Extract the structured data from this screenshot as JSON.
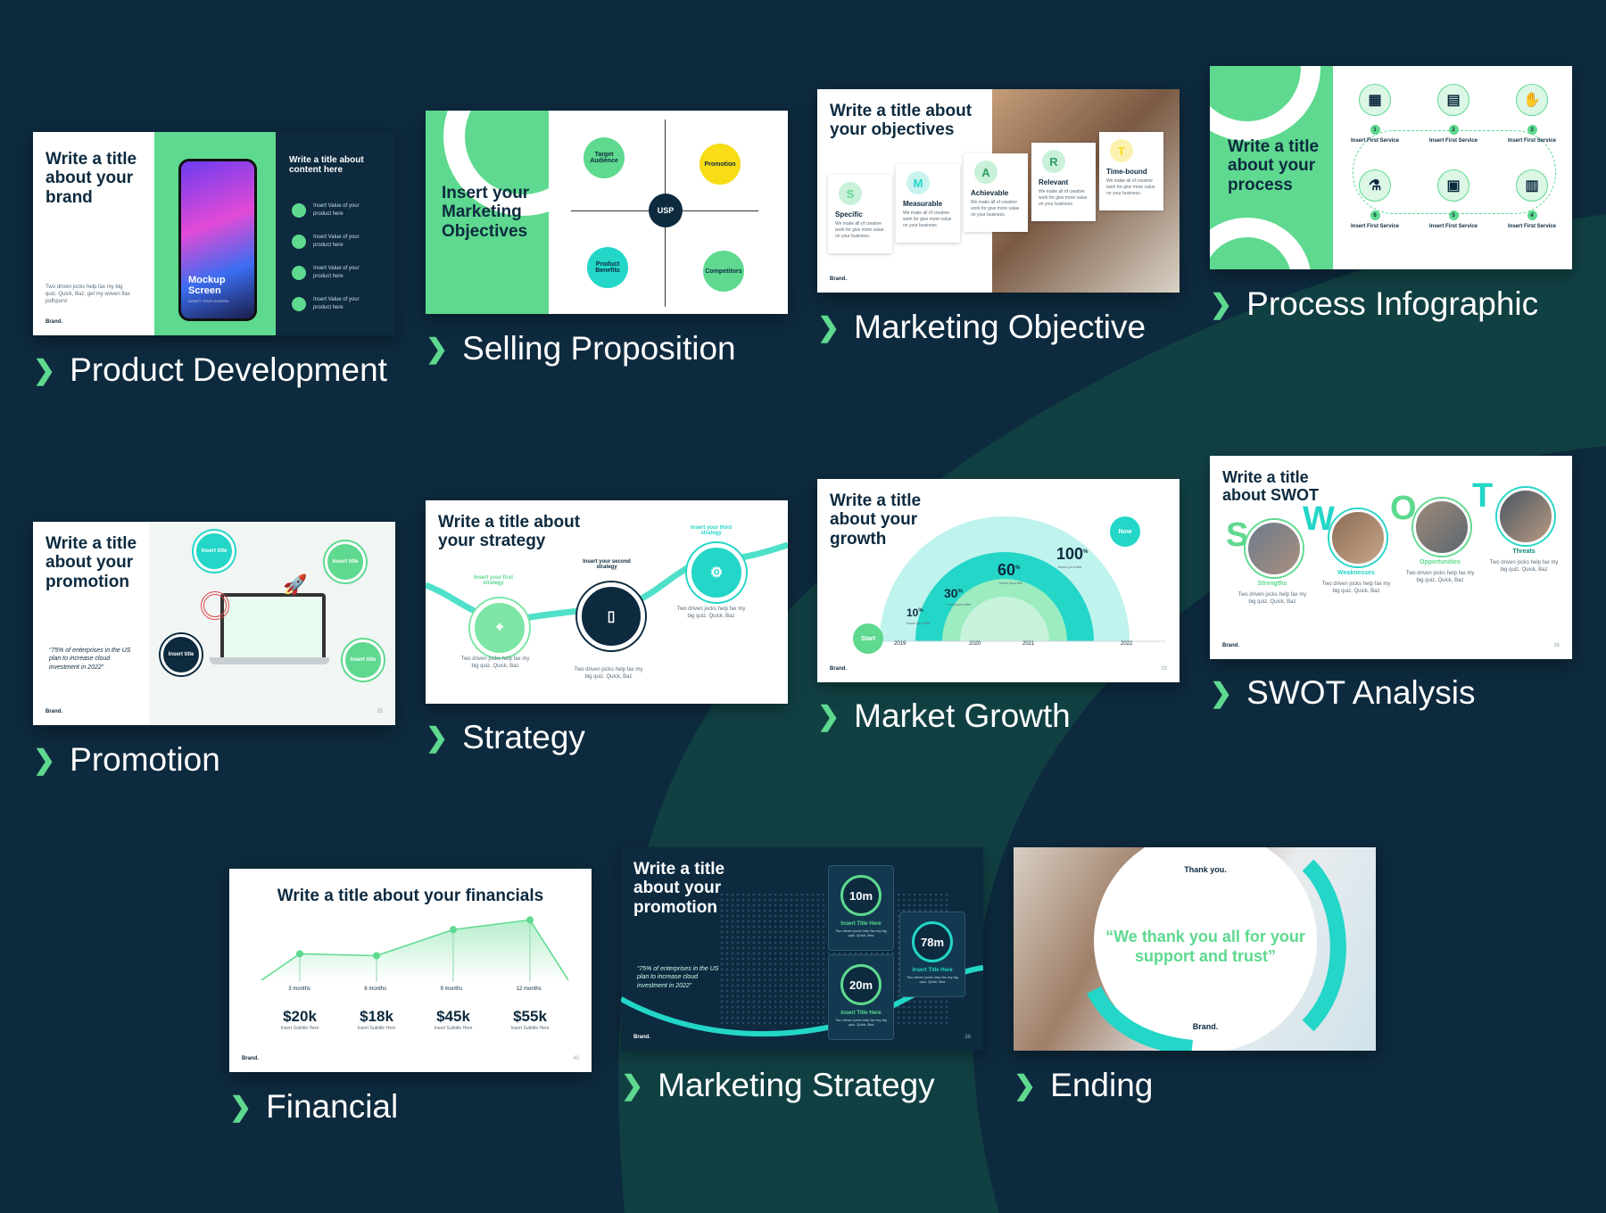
{
  "brand": "Brand.",
  "cards": {
    "product_development": {
      "caption": "Product Development",
      "title": "Write a title about your brand",
      "body": "Two driven jocks help fax my big quiz. Quick, Baz, get my woven flax jodhpurs!",
      "phone_label": "Mockup Screen",
      "phone_sub": "INSERT YOUR SCREEN",
      "side_title": "Write a title about content here",
      "items": [
        "Insert Value of your product here",
        "Insert Value of your product here",
        "Insert Value of your product here",
        "Insert Value of your product here"
      ]
    },
    "selling_proposition": {
      "caption": "Selling Proposition",
      "title": "Insert your Marketing Objectives",
      "center": "USP",
      "nodes": [
        "Target Audience",
        "Promotion",
        "Product Benefits",
        "Competitors"
      ]
    },
    "marketing_objective": {
      "caption": "Marketing Objective",
      "title": "Write a title about your objectives",
      "letters": [
        "S",
        "M",
        "A",
        "R",
        "T"
      ],
      "labels": [
        "Specific",
        "Measurable",
        "Achievable",
        "Relevant",
        "Time-bound"
      ],
      "body": "We make all of creative work for give more value on your business."
    },
    "process_infographic": {
      "caption": "Process Infographic",
      "title": "Write a title about your process",
      "steps": [
        "1",
        "2",
        "3",
        "6",
        "5",
        "4"
      ],
      "step_label": "Insert First Service"
    },
    "promotion": {
      "caption": "Promotion",
      "title": "Write a title about your promotion",
      "quote": "“75% of enterprises in the US plan to increase cloud investment in 2022”",
      "bubble": "Insert title",
      "page": "35"
    },
    "strategy": {
      "caption": "Strategy",
      "title": "Write a title about your strategy",
      "first": "Insert your first strategy",
      "second": "Insert your second strategy",
      "third": "Insert your third strategy",
      "body": "Two driven jocks help fax my big quiz. Quick, Baz"
    },
    "market_growth": {
      "caption": "Market Growth",
      "title": "Write a title about your growth",
      "start": "Start",
      "now": "Now",
      "sub": "Insert your title",
      "years": [
        "2019",
        "2020",
        "2021",
        "2022"
      ],
      "page": "33"
    },
    "swot": {
      "caption": "SWOT Analysis",
      "title": "Write a title about SWOT",
      "letters": [
        "S",
        "W",
        "O",
        "T"
      ],
      "labels": [
        "Strengths",
        "Weaknesses",
        "Opportunities",
        "Threats"
      ],
      "body": "Two driven jocks help fax my big quiz. Quick, Baz",
      "page": "36"
    },
    "financial": {
      "caption": "Financial",
      "title": "Write a title about your financials",
      "periods": [
        "3 months",
        "6 months",
        "9 months",
        "12 months"
      ],
      "values": [
        "$20k",
        "$18k",
        "$45k",
        "$55k"
      ],
      "sub": "Insert Subtitle Here",
      "page": "40"
    },
    "marketing_strategy": {
      "caption": "Marketing Strategy",
      "title": "Write a title about your promotion",
      "quote": "“75% of enterprises in the US plan to increase cloud investment in 2022”",
      "stats": [
        "10m",
        "78m",
        "20m"
      ],
      "stat_title": "Insert Title Here",
      "stat_body": "Two driven jocks help fax my big quiz. Quick, Baz",
      "page": "38"
    },
    "ending": {
      "caption": "Ending",
      "thanks": "Thank you.",
      "quote": "“We thank you all for your support and trust”"
    }
  },
  "chart_data": {
    "type": "line",
    "categories": [
      "3 months",
      "6 months",
      "9 months",
      "12 months"
    ],
    "values": [
      20,
      18,
      45,
      55
    ],
    "title": "Write a title about your financials",
    "xlabel": "",
    "ylabel": "",
    "ylim": [
      0,
      60
    ]
  },
  "growth_data": {
    "type": "area",
    "values": [
      10,
      30,
      60,
      100
    ]
  },
  "colors": {
    "accent": "#5ed98f",
    "teal": "#23d6c8",
    "navy": "#0d2a3f",
    "bg": "#0e2a3e",
    "yellow": "#f7dc16"
  }
}
